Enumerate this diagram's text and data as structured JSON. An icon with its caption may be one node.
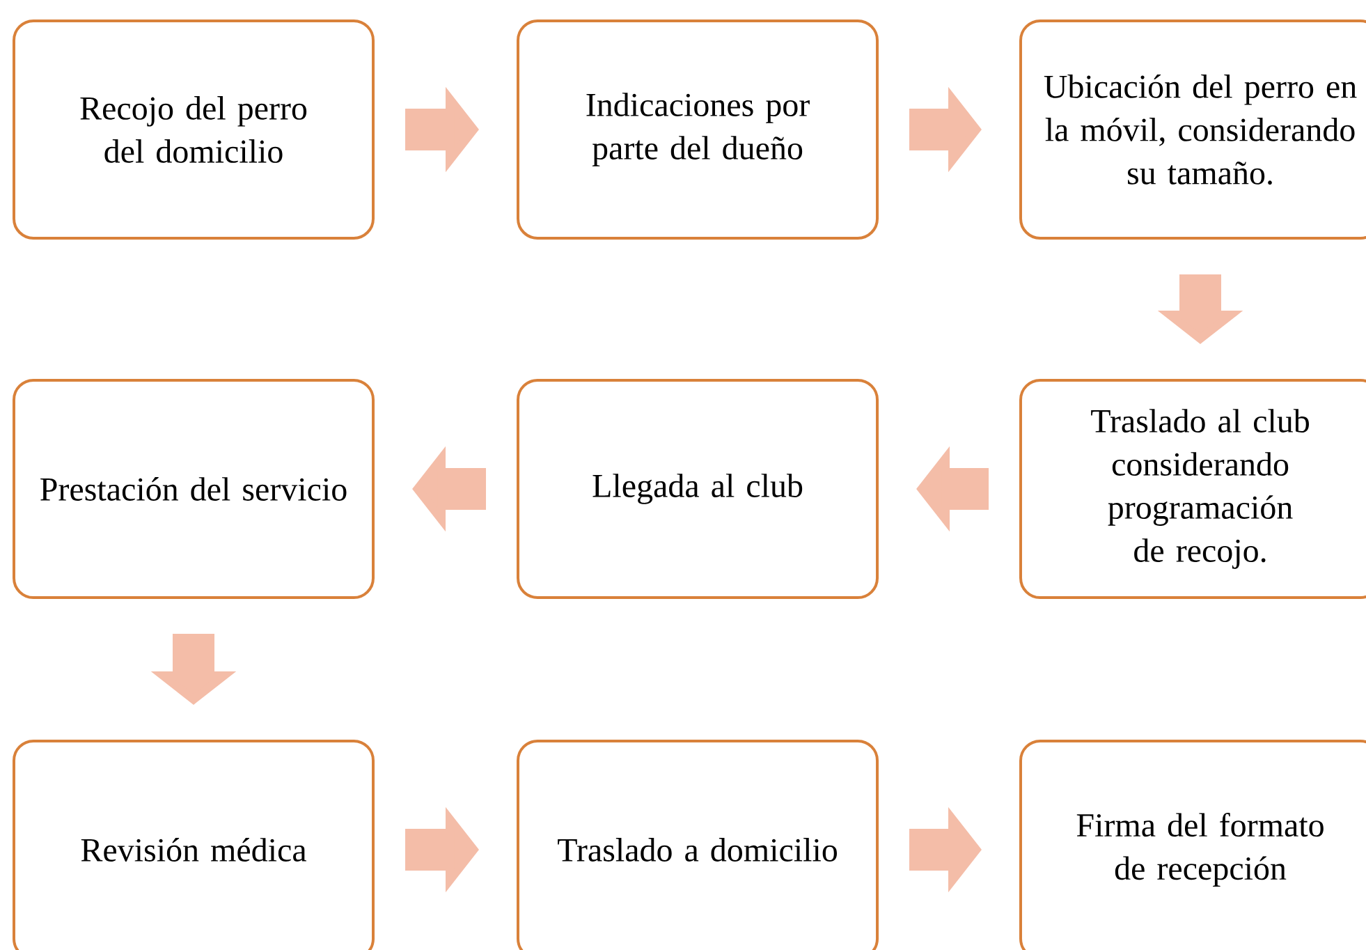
{
  "diagram": {
    "nodes": [
      {
        "text": [
          "Recojo del perro del domicilio"
        ]
      },
      {
        "text": [
          "Indicaciones por parte del dueño"
        ]
      },
      {
        "text": [
          "Ubicación del perro en la móvil, considerando su tamaño."
        ]
      },
      {
        "text": [
          "Traslado al club considerando programación de recojo."
        ]
      },
      {
        "text": [
          "Llegada al club"
        ]
      },
      {
        "text": [
          "Prestación del servicio"
        ]
      },
      {
        "text": [
          "Revisión médica"
        ]
      },
      {
        "text": [
          "Traslado a domicilio"
        ]
      },
      {
        "text": [
          "Firma del formato de recepción"
        ]
      }
    ],
    "edges": [
      {
        "from": 0,
        "to": 1,
        "arrow": "to"
      },
      {
        "from": 1,
        "to": 2,
        "arrow": "to"
      },
      {
        "from": 2,
        "to": 3,
        "arrow": "to"
      },
      {
        "from": 3,
        "to": 4,
        "arrow": "to"
      },
      {
        "from": 4,
        "to": 5,
        "arrow": "to"
      },
      {
        "from": 5,
        "to": 6,
        "arrow": "to"
      },
      {
        "from": 6,
        "to": 7,
        "arrow": "to"
      },
      {
        "from": 7,
        "to": 8,
        "arrow": "to"
      }
    ]
  }
}
